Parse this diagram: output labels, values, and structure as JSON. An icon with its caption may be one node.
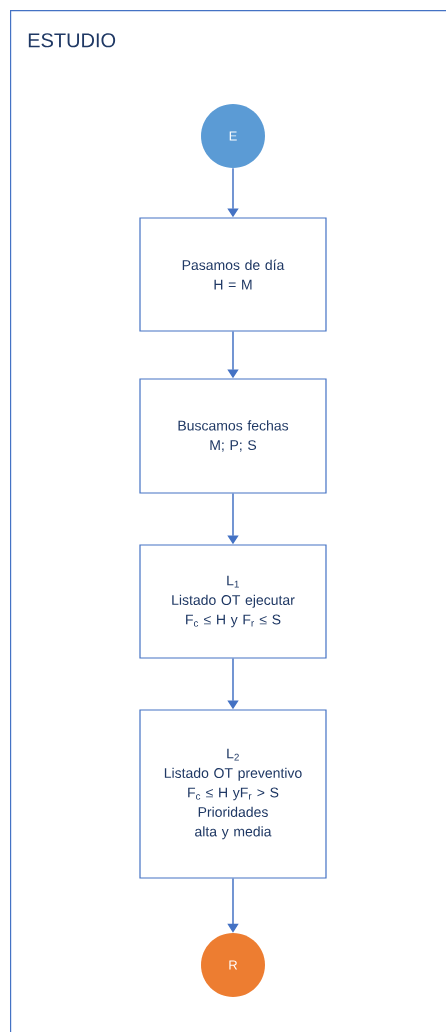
{
  "diagram": {
    "nodes": [
      {
        "text": [
          "ESTUDIO"
        ]
      },
      {
        "text": [
          "E"
        ],
        "in": 0
      },
      {
        "text": [
          "Pasamos de día",
          "H = M"
        ],
        "in": 0
      },
      {
        "text": [
          "Buscamos fechas",
          "M; P; S"
        ],
        "in": 0
      },
      {
        "text": [
          "L$_{1}$",
          "Listado OT ejecutar",
          "F$_{c}$ ≤ H y F$_{r}$ ≤ S"
        ],
        "in": 0
      },
      {
        "text": [
          "L$_{2}$",
          "Listado OT preventivo",
          "F$_{c}$ ≤ H yF$_{r}$ > S",
          "Prioridades alta y media"
        ],
        "in": 0
      },
      {
        "text": [
          "R"
        ],
        "in": 0
      }
    ],
    "edges": [
      {
        "from": 1,
        "to": 2,
        "arrow": "to"
      },
      {
        "from": 2,
        "to": 3,
        "arrow": "to"
      },
      {
        "from": 3,
        "to": 4,
        "arrow": "to"
      },
      {
        "from": 4,
        "to": 5,
        "arrow": "to"
      },
      {
        "from": 5,
        "to": 6,
        "arrow": "to"
      }
    ]
  }
}
